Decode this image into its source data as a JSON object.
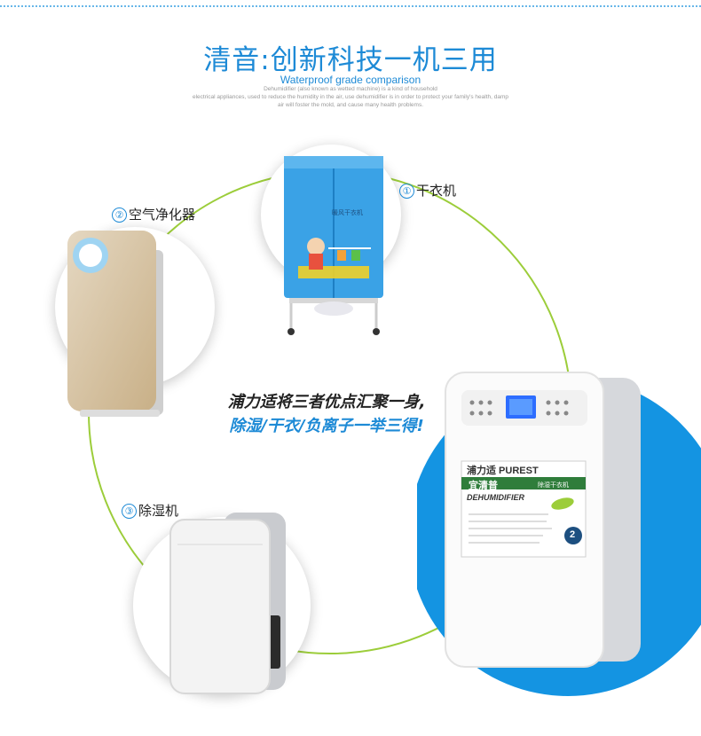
{
  "header": {
    "headline": "清音:创新科技一机三用",
    "subtitle": "Waterproof grade comparison",
    "fine_print": [
      "Dehumidifier (also known as wetted machine) is a kind of household",
      "electrical appliances, used to reduce the humidity in the air, use dehumidifier is in order to protect your family's health, damp",
      "air will foster the mold, and cause many health problems."
    ]
  },
  "functions": [
    {
      "num": "①",
      "label": "干衣机"
    },
    {
      "num": "②",
      "label": "空气净化器"
    },
    {
      "num": "③",
      "label": "除湿机"
    }
  ],
  "slogan": {
    "line1": "浦力适将三者优点汇聚一身,",
    "line2": "除湿/干衣/负离子一举三得!"
  },
  "product_label": {
    "brand": "浦力适 PUREST",
    "model": "宜清普",
    "tag": "除湿干衣机",
    "type": "DEHUMIDIFIER",
    "badge": "2"
  },
  "colors": {
    "accent": "#1d8ad6",
    "ring": "#9ccd3a",
    "dryer_cover": "#3aa2e6",
    "purifier_gold": "#d3bd98",
    "label_green": "#2f7d3b"
  }
}
